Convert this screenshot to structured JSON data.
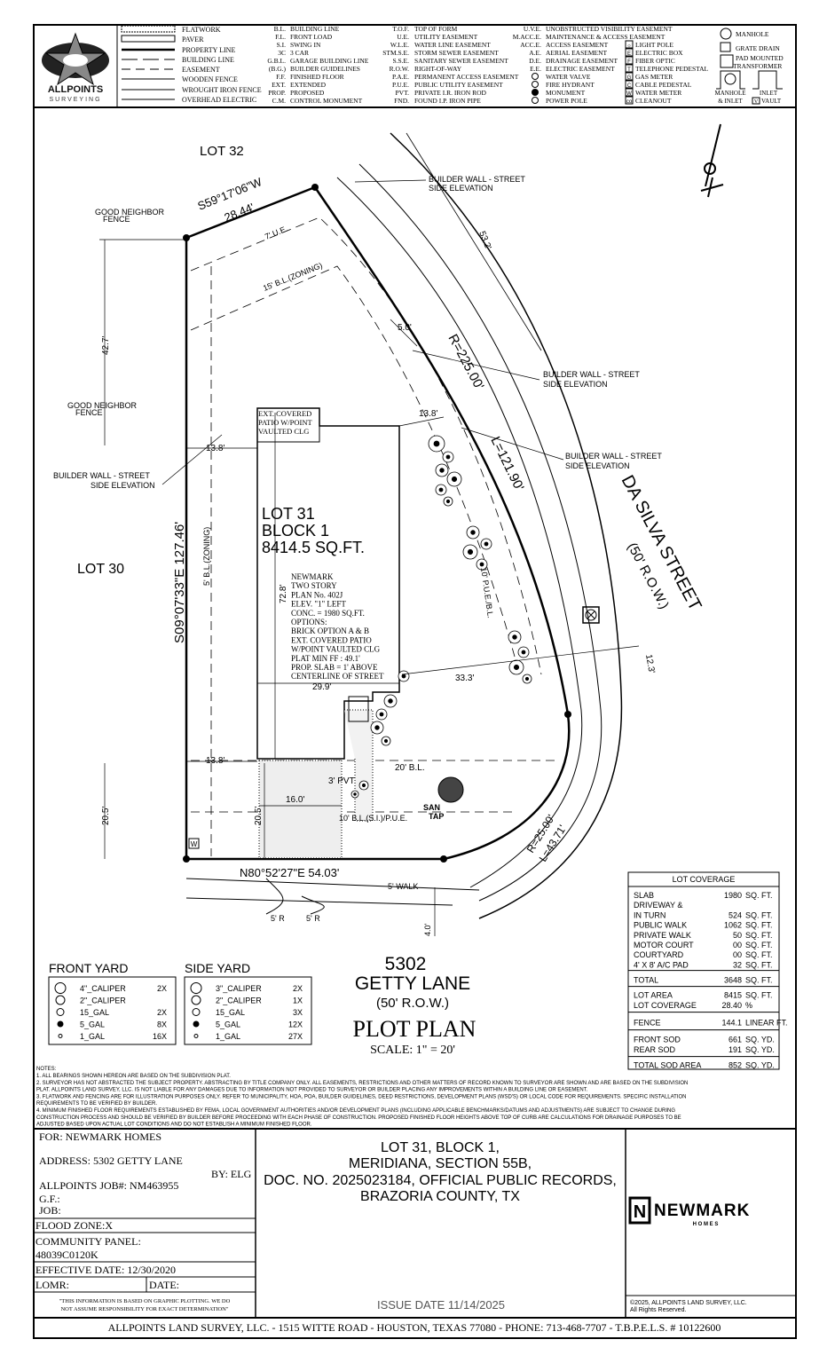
{
  "company": {
    "logo_text": "ALLPOINTS",
    "logo_sub": "SURVEYING"
  },
  "legend": {
    "lines": [
      "FLATWORK",
      "PAVER",
      "PROPERTY LINE",
      "BUILDING LINE",
      "EASEMENT",
      "WOODEN FENCE",
      "WROUGHT IRON FENCE",
      "OVERHEAD ELECTRIC"
    ],
    "abbr1": [
      [
        "B.L.",
        "BUILDING LINE"
      ],
      [
        "F.L.",
        "FRONT LOAD"
      ],
      [
        "S.I.",
        "SWING IN"
      ],
      [
        "3C",
        "3 CAR"
      ],
      [
        "G.B.L.",
        "GARAGE BUILDING LINE"
      ],
      [
        "(B.G.)",
        "BUILDER GUIDELINES"
      ],
      [
        "F.F.",
        "FINISHED FLOOR"
      ],
      [
        "EXT.",
        "EXTENDED"
      ],
      [
        "PROP.",
        "PROPOSED"
      ],
      [
        "C.M.",
        "CONTROL MONUMENT"
      ]
    ],
    "abbr2": [
      [
        "T.O.F.",
        "TOP OF FORM"
      ],
      [
        "U.E.",
        "UTILITY EASEMENT"
      ],
      [
        "W.L.E.",
        "WATER LINE EASEMENT"
      ],
      [
        "STM.S.E.",
        "STORM SEWER EASEMENT"
      ],
      [
        "S.S.E.",
        "SANITARY SEWER EASEMENT"
      ],
      [
        "R.O.W.",
        "RIGHT-OF-WAY"
      ],
      [
        "P.A.E.",
        "PERMANENT ACCESS EASEMENT"
      ],
      [
        "P.U.E.",
        "PUBLIC UTILITY EASEMENT"
      ],
      [
        "PVT.",
        "PRIVATE   I.R.  IRON ROD"
      ],
      [
        "FND.",
        "FOUND   I.P.  IRON PIPE"
      ]
    ],
    "abbr3": [
      [
        "U.V.E.",
        "UNOBSTRUCTED VISIBILITY EASEMENT"
      ],
      [
        "M.ACC.E.",
        "MAINTENANCE & ACCESS EASEMENT"
      ],
      [
        "ACC.E.",
        "ACCESS EASEMENT"
      ],
      [
        "A.E.",
        "AERIAL EASEMENT"
      ],
      [
        "D.E.",
        "DRAINAGE EASEMENT"
      ],
      [
        "E.E.",
        "ELECTRIC EASEMENT"
      ]
    ],
    "abbr3_symbols": [
      "WATER VALVE",
      "FIRE HYDRANT",
      "MONUMENT",
      "POWER POLE"
    ],
    "symbols": [
      [
        "☼",
        "LIGHT POLE"
      ],
      [
        "E",
        "ELECTRIC BOX"
      ],
      [
        "F",
        "FIBER OPTIC"
      ],
      [
        "T",
        "TELEPHONE PEDESTAL"
      ],
      [
        "G",
        "GAS METER"
      ],
      [
        "C",
        "CABLE PEDESTAL"
      ],
      [
        "W",
        "WATER METER"
      ],
      [
        "co",
        "CLEANOUT"
      ]
    ],
    "right": {
      "manhole": "MANHOLE",
      "grate": "GRATE DRAIN",
      "pad1": "PAD MOUNTED",
      "pad2": "TRANSFORMER",
      "mi1": "MANHOLE",
      "mi2": "& INLET",
      "inlet": "INLET",
      "vault_key": "V",
      "vault": "VAULT"
    }
  },
  "plan": {
    "lot32": "LOT 32",
    "lot30": "LOT 30",
    "bearing_top": "S59°17'06\"W",
    "dist_top": "28.44'",
    "good_neighbor_1": "GOOD NEIGHBOR",
    "fence": "FENCE",
    "good_neighbor_2": "GOOD NEIGHBOR",
    "ue": "7' U.E.",
    "bl_zoning": "15' B.L.(ZONING)",
    "d53": "53.2'",
    "bw1": "BUILDER WALL - STREET",
    "bw_sub": "SIDE ELEVATION",
    "d42": "42.7'",
    "d138a": "13.8'",
    "d50": "5.0'",
    "d138b": "13.8'",
    "d138c": "13.8'",
    "radius": "R=225.00'",
    "length": "L=121.90'",
    "street": "DA SILVA STREET",
    "street_row": "(50' R.O.W.)",
    "bearing_left": "S09°07'33\"E   127.46'",
    "bl5": "5' B.L.(ZONING)",
    "d728": "72.8'",
    "lot": [
      "LOT 31",
      "BLOCK 1",
      "8414.5 SQ.FT."
    ],
    "patio": [
      "EXT. COVERED",
      "PATIO W/POINT",
      "VAULTED CLG"
    ],
    "house_notes": [
      "NEWMARK",
      "TWO STORY",
      "PLAN No. 402J",
      "ELEV. \"1\" LEFT",
      "CONC. = 1980 SQ.FT.",
      "OPTIONS:",
      "BRICK OPTION A & B",
      "EXT. COVERED PATIO",
      "W/POINT VAULTED CLG",
      "PLAT MIN FF : 49.1'",
      "PROP. SLAB = 1' ABOVE",
      "CENTERLINE OF STREET"
    ],
    "pue": "10' P.U.E./B.L.",
    "d299": "29.9'",
    "d333": "33.3'",
    "d123": "12.3'",
    "bl20": "20' B.L.",
    "pvt3": "3' PVT.",
    "d160": "16.0'",
    "d205": "20.5'",
    "bl10": "10' B.L.(S.I.)/P.U.E.",
    "san": "SAN",
    "tap": "TAP",
    "wm": "W",
    "bearing_bottom": "N80°52'27\"E    54.03'",
    "r25": "R=25.00'",
    "l4371": "L=43.71'",
    "walk": "5' WALK",
    "r5": "5' R",
    "d40": "4.0'"
  },
  "title": {
    "number": "5302",
    "street": "GETTY LANE",
    "row": "(50' R.O.W.)",
    "plan": "PLOT PLAN",
    "scale": "SCALE: 1\" = 20'"
  },
  "front_yard": {
    "heading": "FRONT YARD",
    "rows": [
      [
        "4\"_CALIPER",
        "2X"
      ],
      [
        "2\"_CALIPER",
        ""
      ],
      [
        "15_GAL",
        "2X"
      ],
      [
        "5_GAL",
        "8X"
      ],
      [
        "1_GAL",
        "16X"
      ]
    ]
  },
  "side_yard": {
    "heading": "SIDE YARD",
    "rows": [
      [
        "3\"_CALIPER",
        "2X"
      ],
      [
        "2\"_CALIPER",
        "1X"
      ],
      [
        "15_GAL",
        "3X"
      ],
      [
        "5_GAL",
        "12X"
      ],
      [
        "1_GAL",
        "27X"
      ]
    ]
  },
  "coverage": {
    "heading": "LOT COVERAGE",
    "rows": [
      [
        "SLAB",
        "1980",
        "SQ. FT."
      ],
      [
        "DRIVEWAY &",
        "",
        ""
      ],
      [
        "IN TURN",
        "524",
        "SQ. FT."
      ],
      [
        "PUBLIC WALK",
        "1062",
        "SQ. FT."
      ],
      [
        "PRIVATE WALK",
        "50",
        "SQ. FT."
      ],
      [
        "MOTOR COURT",
        "00",
        "SQ. FT."
      ],
      [
        "COURTYARD",
        "00",
        "SQ. FT."
      ],
      [
        "4' X 8' A/C PAD",
        "32",
        "SQ. FT."
      ]
    ],
    "total": [
      "TOTAL",
      "3648",
      "SQ. FT."
    ],
    "area": [
      [
        "LOT AREA",
        "8415",
        "SQ. FT."
      ],
      [
        "LOT COVERAGE",
        "28.40",
        "%"
      ]
    ],
    "fence": [
      "FENCE",
      "144.1",
      "LINEAR FT."
    ],
    "sod": [
      [
        "FRONT SOD",
        "661",
        "SQ. YD."
      ],
      [
        "REAR SOD",
        "191",
        "SQ. YD."
      ]
    ],
    "sod_total": [
      "TOTAL SOD AREA",
      "852",
      "SQ. YD."
    ]
  },
  "notes": {
    "heading": "NOTES:",
    "lines": [
      "1.  ALL BEARINGS SHOWN HEREON ARE BASED ON THE SUBDIVISION PLAT.",
      "2.  SURVEYOR HAS NOT ABSTRACTED THE SUBJECT PROPERTY. ABSTRACTING BY TITLE COMPANY ONLY. ALL EASEMENTS, RESTRICTIONS AND OTHER MATTERS OF RECORD KNOWN TO SURVEYOR ARE SHOWN AND ARE BASED ON THE SUBDIVISION",
      "     PLAT. ALLPOINTS LAND SURVEY, LLC. IS NOT LIABLE FOR ANY DAMAGES DUE TO INFORMATION NOT PROVIDED TO SURVEYOR OR BUILDER PLACING ANY IMPROVEMENTS WITHIN A BUILDING LINE OR EASEMENT.",
      "3.  FLATWORK AND FENCING ARE FOR ILLUSTRATION PURPOSES ONLY. REFER TO MUNICIPALITY, HOA, POA, BUILDER GUIDELINES, DEED RESTRICTIONS, DEVELOPMENT PLANS (WSD'S) OR LOCAL CODE FOR REQUIREMENTS. SPECIFIC INSTALLATION",
      "     REQUIREMENTS TO BE VERIFIED BY BUILDER.",
      "4.  MINIMUM FINISHED FLOOR REQUIREMENTS ESTABLISHED BY FEMA, LOCAL GOVERNMENT AUTHORITIES AND/OR DEVELOPMENT PLANS (INCLUDING APPLICABLE BENCHMARKS/DATUMS AND ADJUSTMENTS) ARE SUBJECT TO CHANGE DURING",
      "     CONSTRUCTION PROCESS AND SHOULD BE VERIFIED BY BUILDER BEFORE PROCEEDING WITH EACH PHASE OF CONSTRUCTION.  PROPOSED FINISHED FLOOR HEIGHTS ABOVE TOP OF CURB ARE CALCULATIONS FOR DRAINAGE PURPOSES TO BE",
      "     ADJUSTED BASED UPON ACTUAL LOT CONDITIONS AND DO NOT ESTABLISH A MINIMUM FINISHED FLOOR."
    ]
  },
  "block": {
    "for": "FOR:  NEWMARK HOMES",
    "address": "ADDRESS: 5302 GETTY LANE",
    "by": "BY: ELG",
    "job_no": "ALLPOINTS JOB#:  NM463955",
    "gf": "G.F.:",
    "job": "JOB:",
    "flood": "FLOOD ZONE:X",
    "panel_label": "COMMUNITY PANEL:",
    "panel": "48039C0120K",
    "effective": "EFFECTIVE DATE: 12/30/2020",
    "lomr": "LOMR:",
    "date": "DATE:",
    "disclaimer": [
      "\"THIS INFORMATION IS BASED ON GRAPHIC PLOTTING.  WE DO",
      "NOT ASSUME RESPONSIBILITY FOR EXACT DETERMINATION\""
    ],
    "legal": [
      "LOT 31, BLOCK 1,",
      "MERIDIANA, SECTION 55B,",
      "DOC. NO. 2025023184, OFFICIAL PUBLIC RECORDS,",
      "BRAZORIA COUNTY, TX"
    ],
    "issue": "ISSUE DATE 11/14/2025",
    "brand": "NEWMARK",
    "brand_sub": "H O M E S",
    "brand_mark": "N",
    "copyright": [
      "©2025, ALLPOINTS LAND SURVEY, LLC.",
      "All Rights Reserved."
    ],
    "footer": "ALLPOINTS LAND SURVEY, LLC. - 1515 WITTE ROAD - HOUSTON, TEXAS 77080 - PHONE: 713-468-7707 - T.B.P.E.L.S. # 10122600"
  }
}
